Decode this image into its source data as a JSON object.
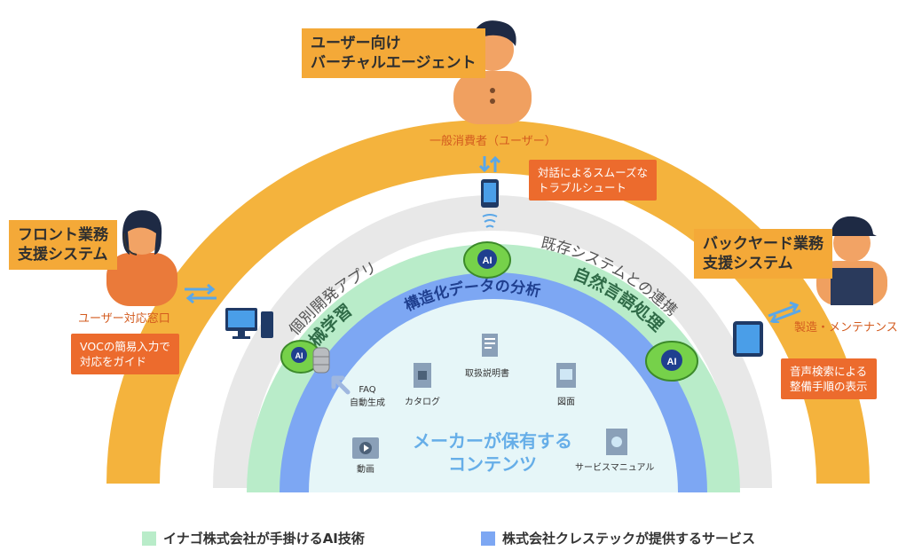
{
  "roles": {
    "top": [
      "ユーザー向け",
      "バーチャルエージェント"
    ],
    "left": [
      "フロント業務",
      "支援システム"
    ],
    "right": [
      "バックヤード業務",
      "支援システム"
    ]
  },
  "people": {
    "top": "一般消費者（ユーザー）",
    "left": "ユーザー対応窓口",
    "right": "製造・メンテナンス"
  },
  "callouts": {
    "top": [
      "対話によるスムーズな",
      "トラブルシュート"
    ],
    "left": [
      "VOCの簡易入力で",
      "対応をガイド"
    ],
    "right": [
      "音声検索による",
      "整備手順の表示"
    ]
  },
  "arc_labels": {
    "left": "個別開発アプリ",
    "right": "既存システムとの連携"
  },
  "green_band": {
    "left": "機械学習",
    "right": "自然言語処理"
  },
  "blue_band": "構造化データの分析",
  "center": {
    "title": [
      "メーカーが保有する",
      "コンテンツ"
    ],
    "items": {
      "faq": [
        "FAQ",
        "自動生成"
      ],
      "catalog": "カタログ",
      "manual": "取扱説明書",
      "drawing": "図面",
      "video": "動画",
      "service": "サービスマニュアル"
    }
  },
  "ai_badge": "AI",
  "legend": [
    {
      "label": "イナゴ株式会社が手掛けるAI技術",
      "color": "#b9ecc9"
    },
    {
      "label": "株式会社クレステックが提供するサービス",
      "color": "#7da7f3"
    }
  ],
  "colors": {
    "orange": "#f4a938",
    "callout": "#ec6b2d",
    "green": "#b9ecc9",
    "blue": "#7da7f3",
    "inner": "#e6f6f8"
  }
}
